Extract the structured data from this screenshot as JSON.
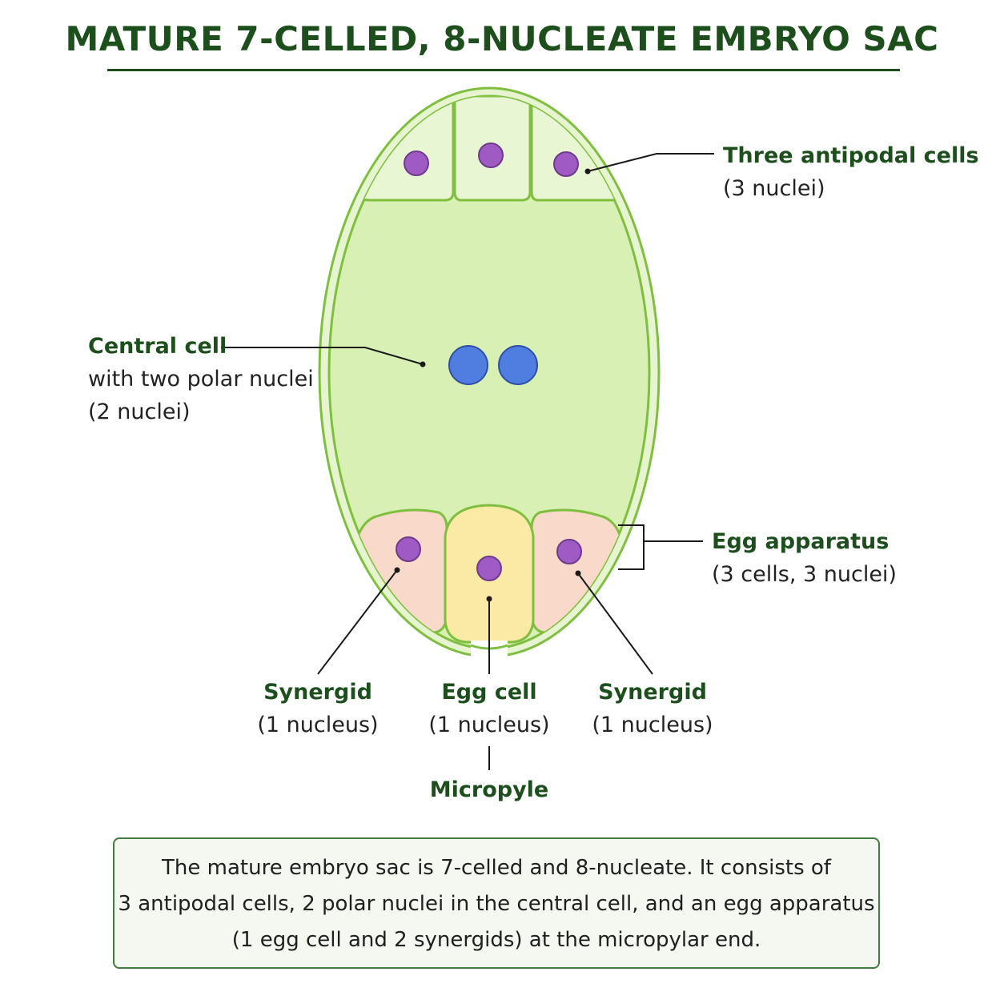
{
  "title": "MATURE 7-CELLED, 8-NUCLEATE EMBRYO SAC",
  "labels": {
    "antipodal": {
      "head": "Three antipodal cells",
      "sub": "(3 nuclei)"
    },
    "central": {
      "head": "Central cell",
      "sub1": "with two polar nuclei",
      "sub2": "(2 nuclei)"
    },
    "egg_apparatus": {
      "head": "Egg apparatus",
      "sub": "(3 cells, 3 nuclei)"
    },
    "synergid_left": {
      "head": "Synergid",
      "sub": "(1 nucleus)"
    },
    "egg_cell": {
      "head": "Egg cell",
      "sub": "(1 nucleus)"
    },
    "synergid_right": {
      "head": "Synergid",
      "sub": "(1 nucleus)"
    },
    "micropyle": {
      "head": "Micropyle"
    }
  },
  "caption": {
    "line1": "The mature embryo sac is 7-celled and 8-nucleate. It consists of",
    "line2": "3 antipodal cells, 2 polar nuclei in the central cell, and an egg apparatus",
    "line3": "(1 egg cell and 2 synergids) at the micropylar end."
  },
  "colors": {
    "title": "#1d4f1d",
    "wall": "#7fbf3f",
    "central_fill": "#d9f0b4",
    "synergid_fill": "#f9d9c9",
    "egg_fill": "#fbe9a6",
    "nucleus": "#a05ac4",
    "polar_nucleus": "#4f7ee0"
  }
}
